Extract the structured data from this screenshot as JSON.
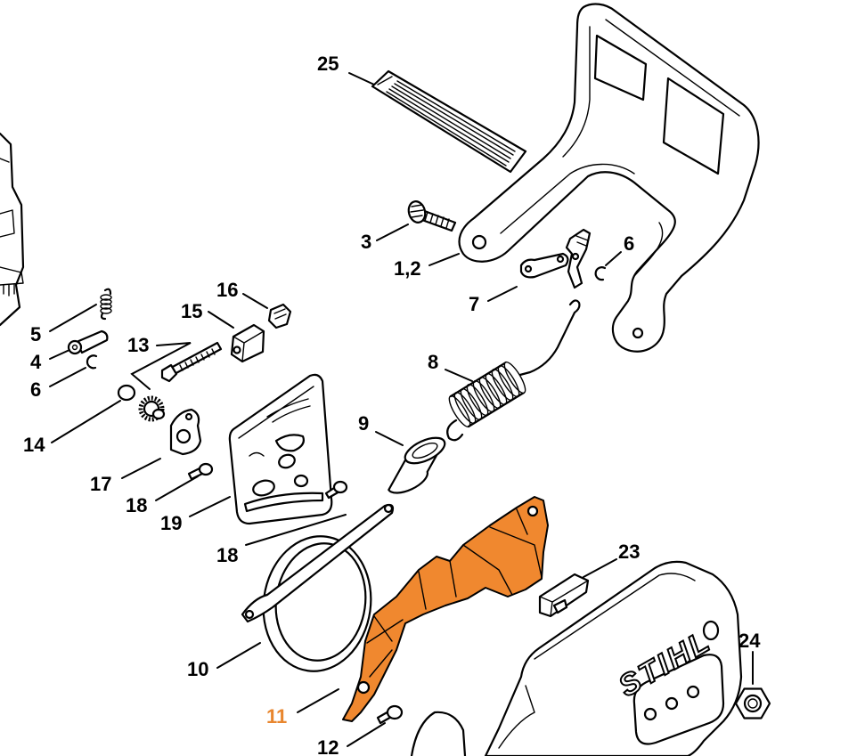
{
  "diagram": {
    "callouts": [
      "25",
      "3",
      "1,2",
      "6",
      "7",
      "16",
      "15",
      "5",
      "4",
      "6",
      "13",
      "14",
      "8",
      "9",
      "17",
      "18",
      "19",
      "18",
      "23",
      "24",
      "10",
      "11",
      "12"
    ],
    "brand_text": "STIHL",
    "colors": {
      "line": "#000000",
      "background": "#ffffff",
      "highlight_fill": "#f0882f",
      "highlight_label": "#e8862e"
    }
  }
}
